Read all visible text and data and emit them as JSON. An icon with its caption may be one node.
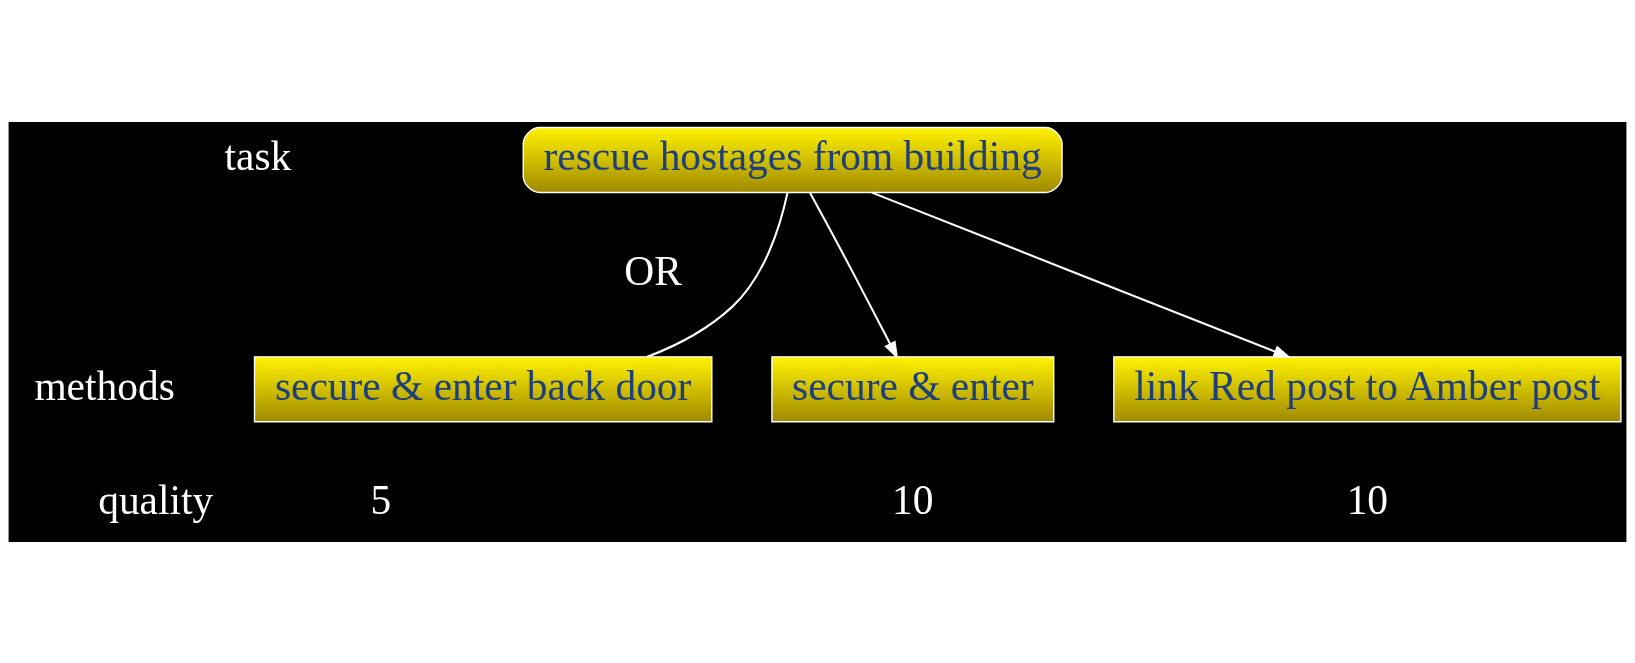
{
  "diagram": {
    "nodes": [
      {
        "text": [
          "rescue hostages from building"
        ]
      },
      {
        "text": [
          "secure & enter back door"
        ],
        "beside": [
          "5"
        ]
      },
      {
        "text": [
          "secure & enter"
        ],
        "beside": [
          "10"
        ]
      },
      {
        "text": [
          "link Red post to Amber post"
        ],
        "beside": [
          "10"
        ]
      }
    ],
    "edges": [
      {
        "from": 0,
        "to": 1,
        "arrow": "none"
      },
      {
        "from": 0,
        "to": 2,
        "arrow": "to"
      },
      {
        "from": 0,
        "to": 3,
        "arrow": "to"
      }
    ],
    "labels": [
      "task",
      "OR",
      "methods",
      "quality"
    ]
  }
}
